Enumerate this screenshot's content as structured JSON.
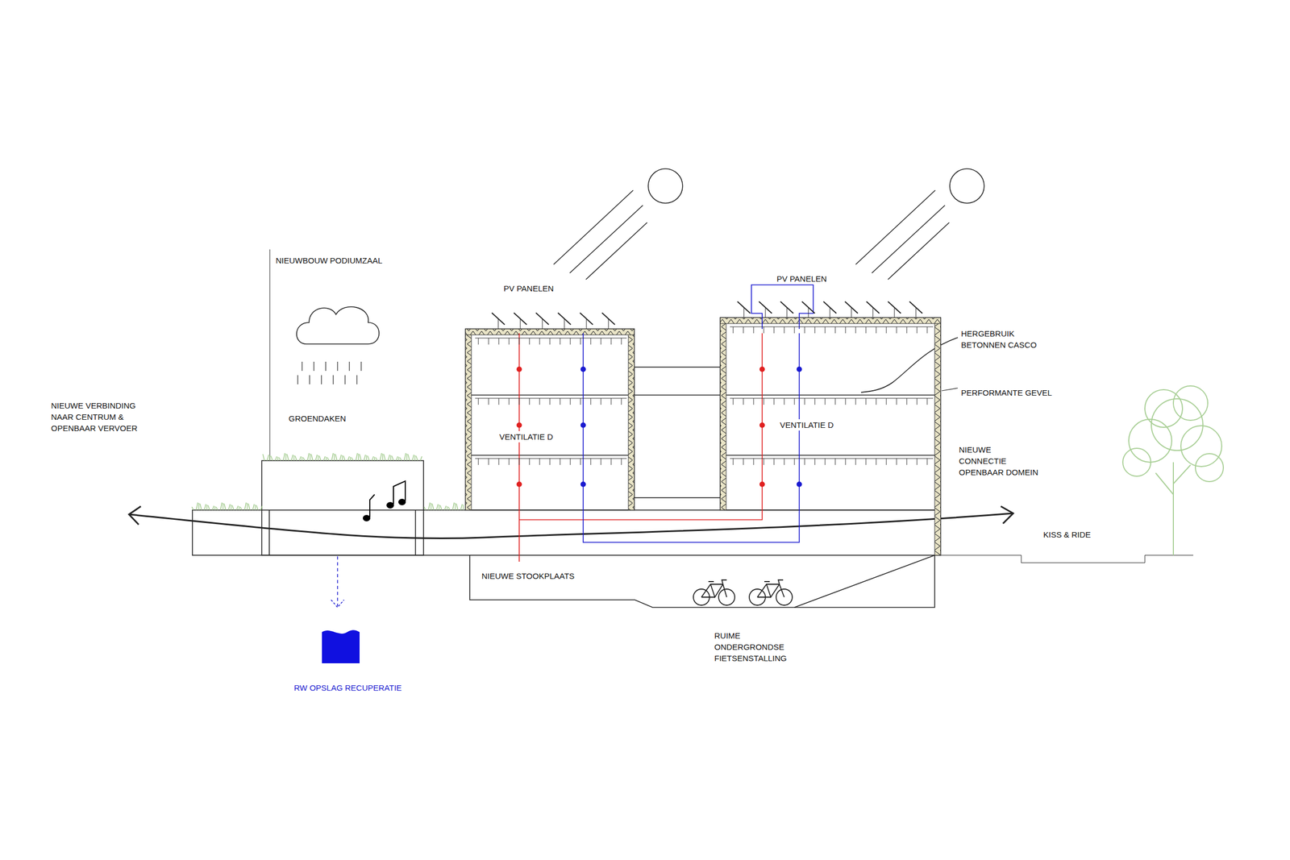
{
  "diagram": {
    "labels": [
      "NIEUWBOUW PODIUMZAAL",
      "PV PANELEN",
      "PV PANELEN",
      "HERGEBRUIK BETONNEN CASCO",
      "PERFORMANTE GEVEL",
      "NIEUWE VERBINDING NAAR CENTRUM & OPENBAAR VERVOER",
      "GROENDAKEN",
      "VENTILATIE D",
      "VENTILATIE D",
      "NIEUWE CONNECTIE OPENBAAR DOMEIN",
      "KISS & RIDE",
      "NIEUWE STOOKPLAATS",
      "RUIME ONDERGRONDSE FIETSENSTALLING",
      "RW OPSLAG RECUPERATIE"
    ]
  }
}
